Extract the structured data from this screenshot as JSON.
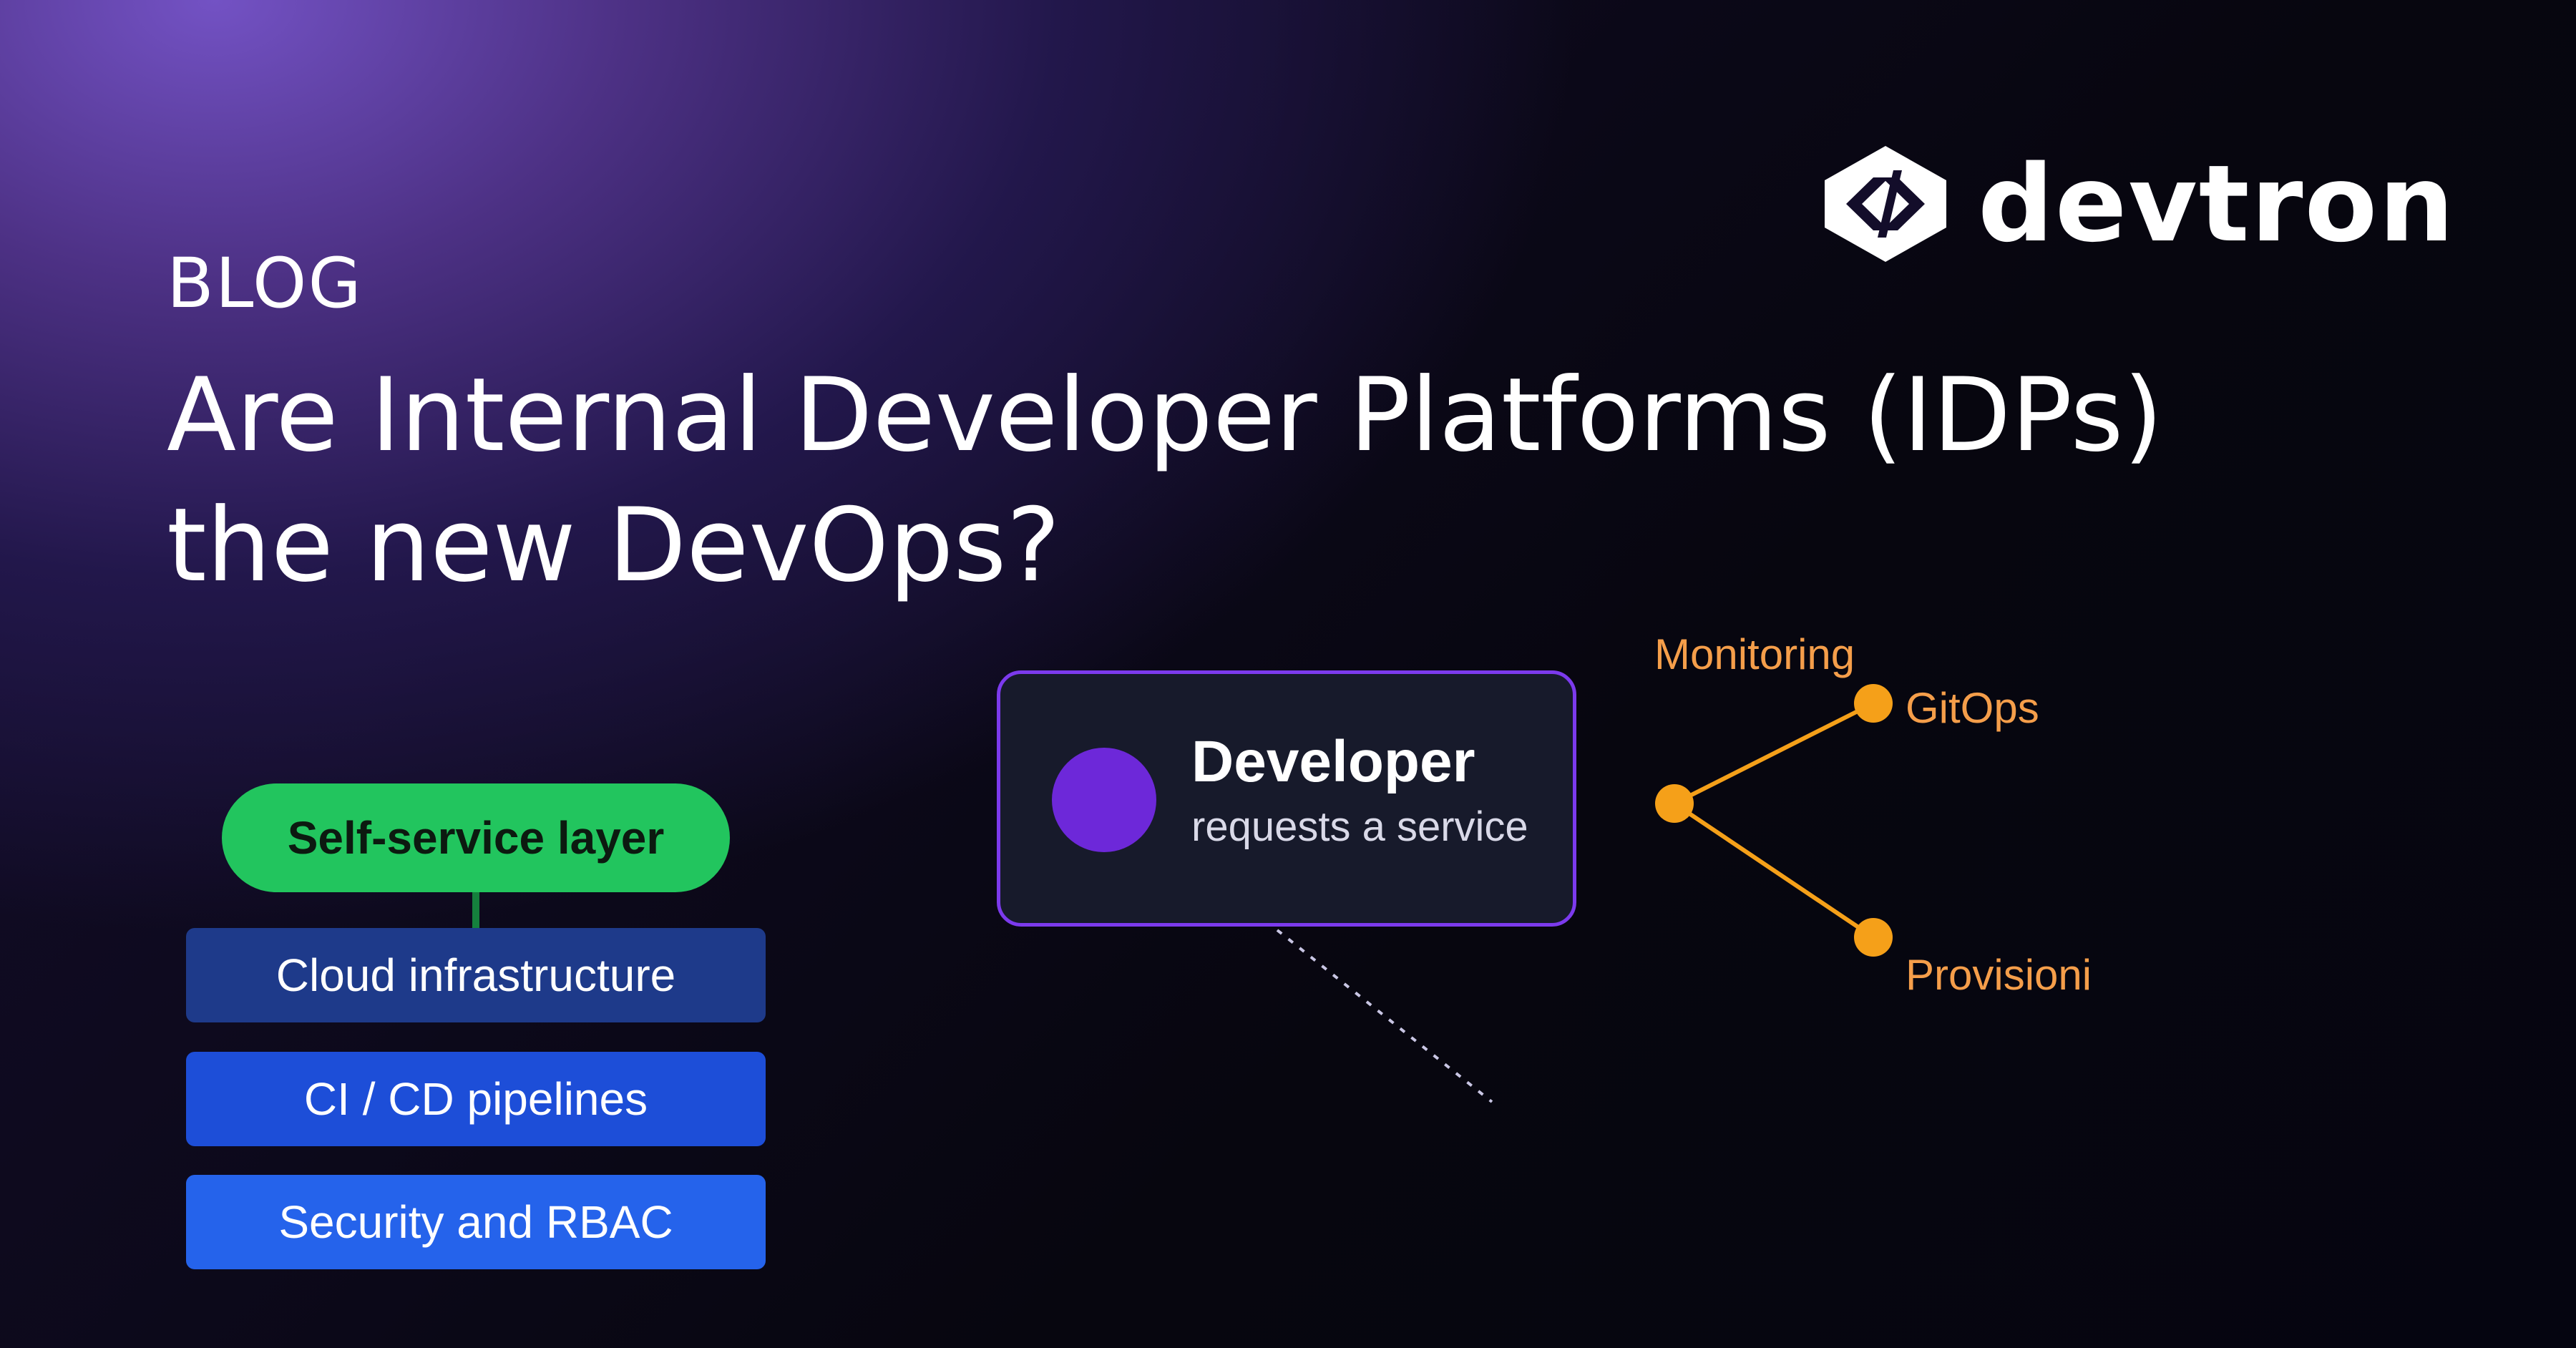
{
  "header": {
    "tag": "BLOG",
    "title_line1": "Are Internal Developer Platforms (IDPs)",
    "title_line2": "the new DevOps?"
  },
  "brand": {
    "name": "devtron",
    "logo_icon": "devtron-logo-icon"
  },
  "stack": {
    "top_layer": "Self-service layer",
    "layers": [
      "Cloud infrastructure",
      "CI / CD pipelines",
      "Security and RBAC"
    ]
  },
  "developer_card": {
    "title": "Developer",
    "subtitle": "requests a service"
  },
  "branches": {
    "labels": [
      "Monitoring",
      "GitOps",
      "Provisioni"
    ]
  },
  "colors": {
    "accent_purple": "#7c3aed",
    "self_service_green": "#22c55e",
    "branch_orange": "#f5a019",
    "label_orange": "#f59e4a"
  }
}
